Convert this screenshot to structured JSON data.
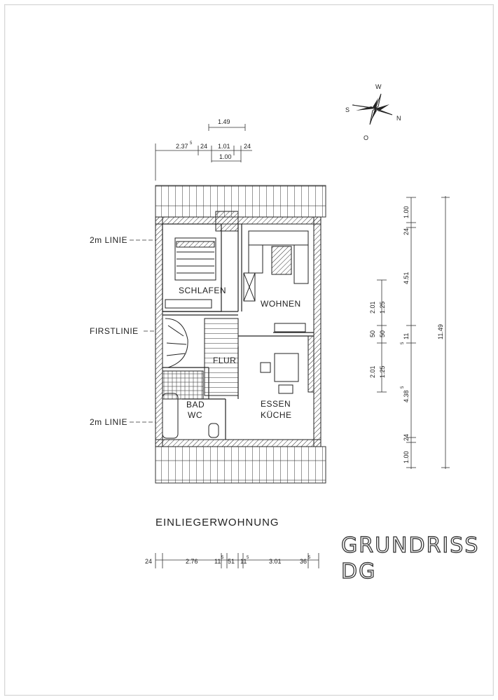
{
  "compass": {
    "north": "N",
    "south": "S",
    "east": "O",
    "west": "W"
  },
  "top_dims": {
    "width_149": "1.49",
    "d1": "2.37",
    "d1_sup": "5",
    "d2": "24",
    "d3": "1.01",
    "d4": "24",
    "d5": "1.00"
  },
  "lines": {
    "upper_2m": "2m LINIE",
    "first": "FIRSTLINIE",
    "lower_2m": "2m LINIE"
  },
  "rooms": {
    "schlafen": "SCHLAFEN",
    "wohnen": "WOHNEN",
    "flur": "FLUR",
    "bad": "BAD",
    "wc": "WC",
    "essen": "ESSEN",
    "kueche": "KÜCHE"
  },
  "right_dims": {
    "outer_total": "11.49",
    "o1": "1.00",
    "o2": "24",
    "o3": "4.51",
    "o4": "11",
    "o4_sup": "5",
    "o5": "4.38",
    "o5_sup": "5",
    "o6": "24",
    "o7": "1.00",
    "i1": "2.01",
    "i2": "1.25",
    "i3": "50",
    "i4": "50",
    "i5": "2.01",
    "i6": "1.25"
  },
  "bottom_dims": {
    "b1": "24",
    "b2": "2.76",
    "b3": "11",
    "b3_sup": "5",
    "b4": "51",
    "b5": "11",
    "b5_sup": "5",
    "b6": "3.01",
    "b7": "36",
    "b7_sup": "5"
  },
  "captions": {
    "unit": "EINLIEGERWOHNUNG",
    "title_line1": "GRUNDRISS",
    "title_line2": "DG"
  }
}
